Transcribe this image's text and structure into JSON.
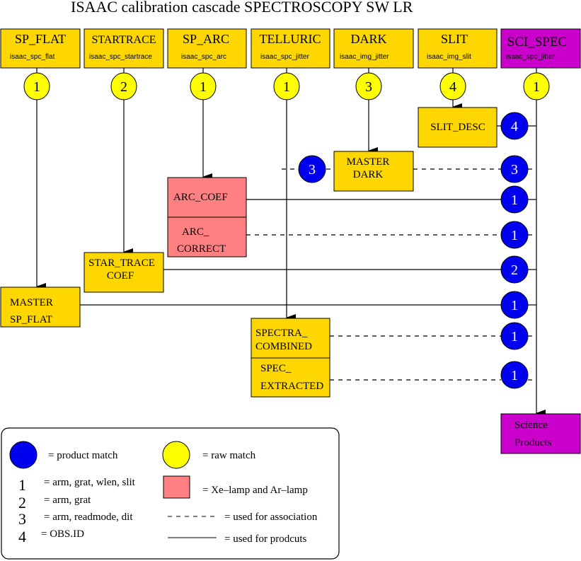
{
  "title": "ISAAC calibration cascade SPECTROSCOPY SW LR",
  "colors": {
    "raw_box": "#FFD700",
    "science_box": "#CC00CC",
    "arc_box": "#FF8080",
    "product_match": "#0000EE",
    "raw_match": "#FFFF00",
    "line": "#000000"
  },
  "raw_frames": [
    {
      "name": "SP_FLAT",
      "recipe": "isaac_spc_flat",
      "match": "1"
    },
    {
      "name": "STARTRACE",
      "recipe": "isaac_spc_startrace",
      "match": "2"
    },
    {
      "name": "SP_ARC",
      "recipe": "isaac_spc_arc",
      "match": "1"
    },
    {
      "name": "TELLURIC",
      "recipe": "isaac_spc_jitter",
      "match": "1"
    },
    {
      "name": "DARK",
      "recipe": "isaac_img_jitter",
      "match": "3"
    },
    {
      "name": "SLIT",
      "recipe": "isaac_img_slit",
      "match": "4"
    },
    {
      "name": "SCI_SPEC",
      "recipe": "isaac_spc_jitter",
      "match": "1"
    }
  ],
  "products": {
    "slit_desc": {
      "label": "SLIT_DESC",
      "match": "4"
    },
    "master_dark": {
      "line1": "MASTER",
      "line2": "DARK",
      "match": "3"
    },
    "arc_coef": {
      "label": "ARC_COEF",
      "match": "1"
    },
    "arc_correct": {
      "line1": "ARC_",
      "line2": "CORRECT",
      "match": "1"
    },
    "star_trace": {
      "line1": "STAR_TRACE",
      "line2": "COEF",
      "match": "2"
    },
    "master_sp_flat": {
      "line1": "MASTER",
      "line2": "SP_FLAT",
      "match": "1"
    },
    "spectra_combined": {
      "line1": "SPECTRA_",
      "line2": "COMBINED",
      "match": "1"
    },
    "spec_extracted": {
      "line1": "SPEC_",
      "line2": "EXTRACTED",
      "match": "1"
    },
    "science_products": {
      "line1": "Science",
      "line2": "Products"
    }
  },
  "legend": {
    "product_match": "= product match",
    "raw_match": "= raw match",
    "lamp": "= Xe–lamp and Ar–lamp",
    "association": "= used for association",
    "products": "= used for prodcuts",
    "keys": [
      {
        "num": "1",
        "desc": "= arm, grat, wlen, slit"
      },
      {
        "num": "2",
        "desc": "= arm, grat"
      },
      {
        "num": "3",
        "desc": "= arm, readmode, dit"
      },
      {
        "num": "4",
        "desc": "= OBS.ID"
      }
    ]
  }
}
